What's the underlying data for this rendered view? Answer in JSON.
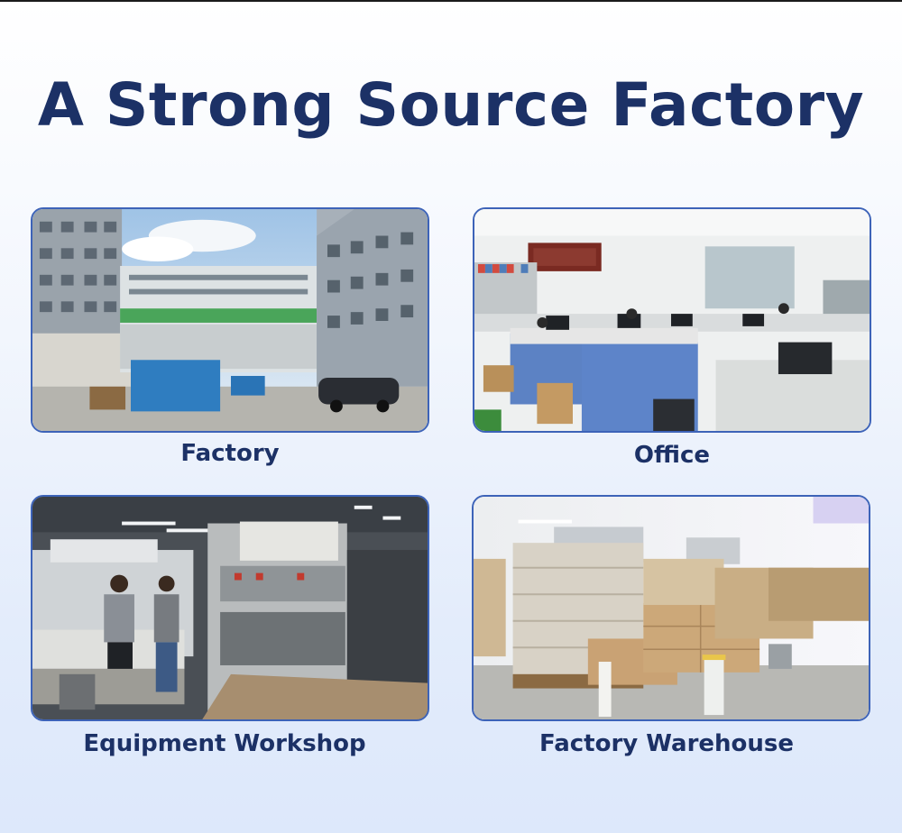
{
  "page": {
    "title": "A Strong Source Factory",
    "accent_color": "#1c3166",
    "frame_color": "#3d63b8"
  },
  "photos": [
    {
      "caption": "Factory",
      "content": "factory-buildings-photo"
    },
    {
      "caption": "Office",
      "content": "office-workstations-photo"
    },
    {
      "caption": "Equipment Workshop",
      "content": "printing-machine-workshop-photo"
    },
    {
      "caption": "Factory Warehouse",
      "content": "warehouse-stacked-packages-photo"
    }
  ]
}
